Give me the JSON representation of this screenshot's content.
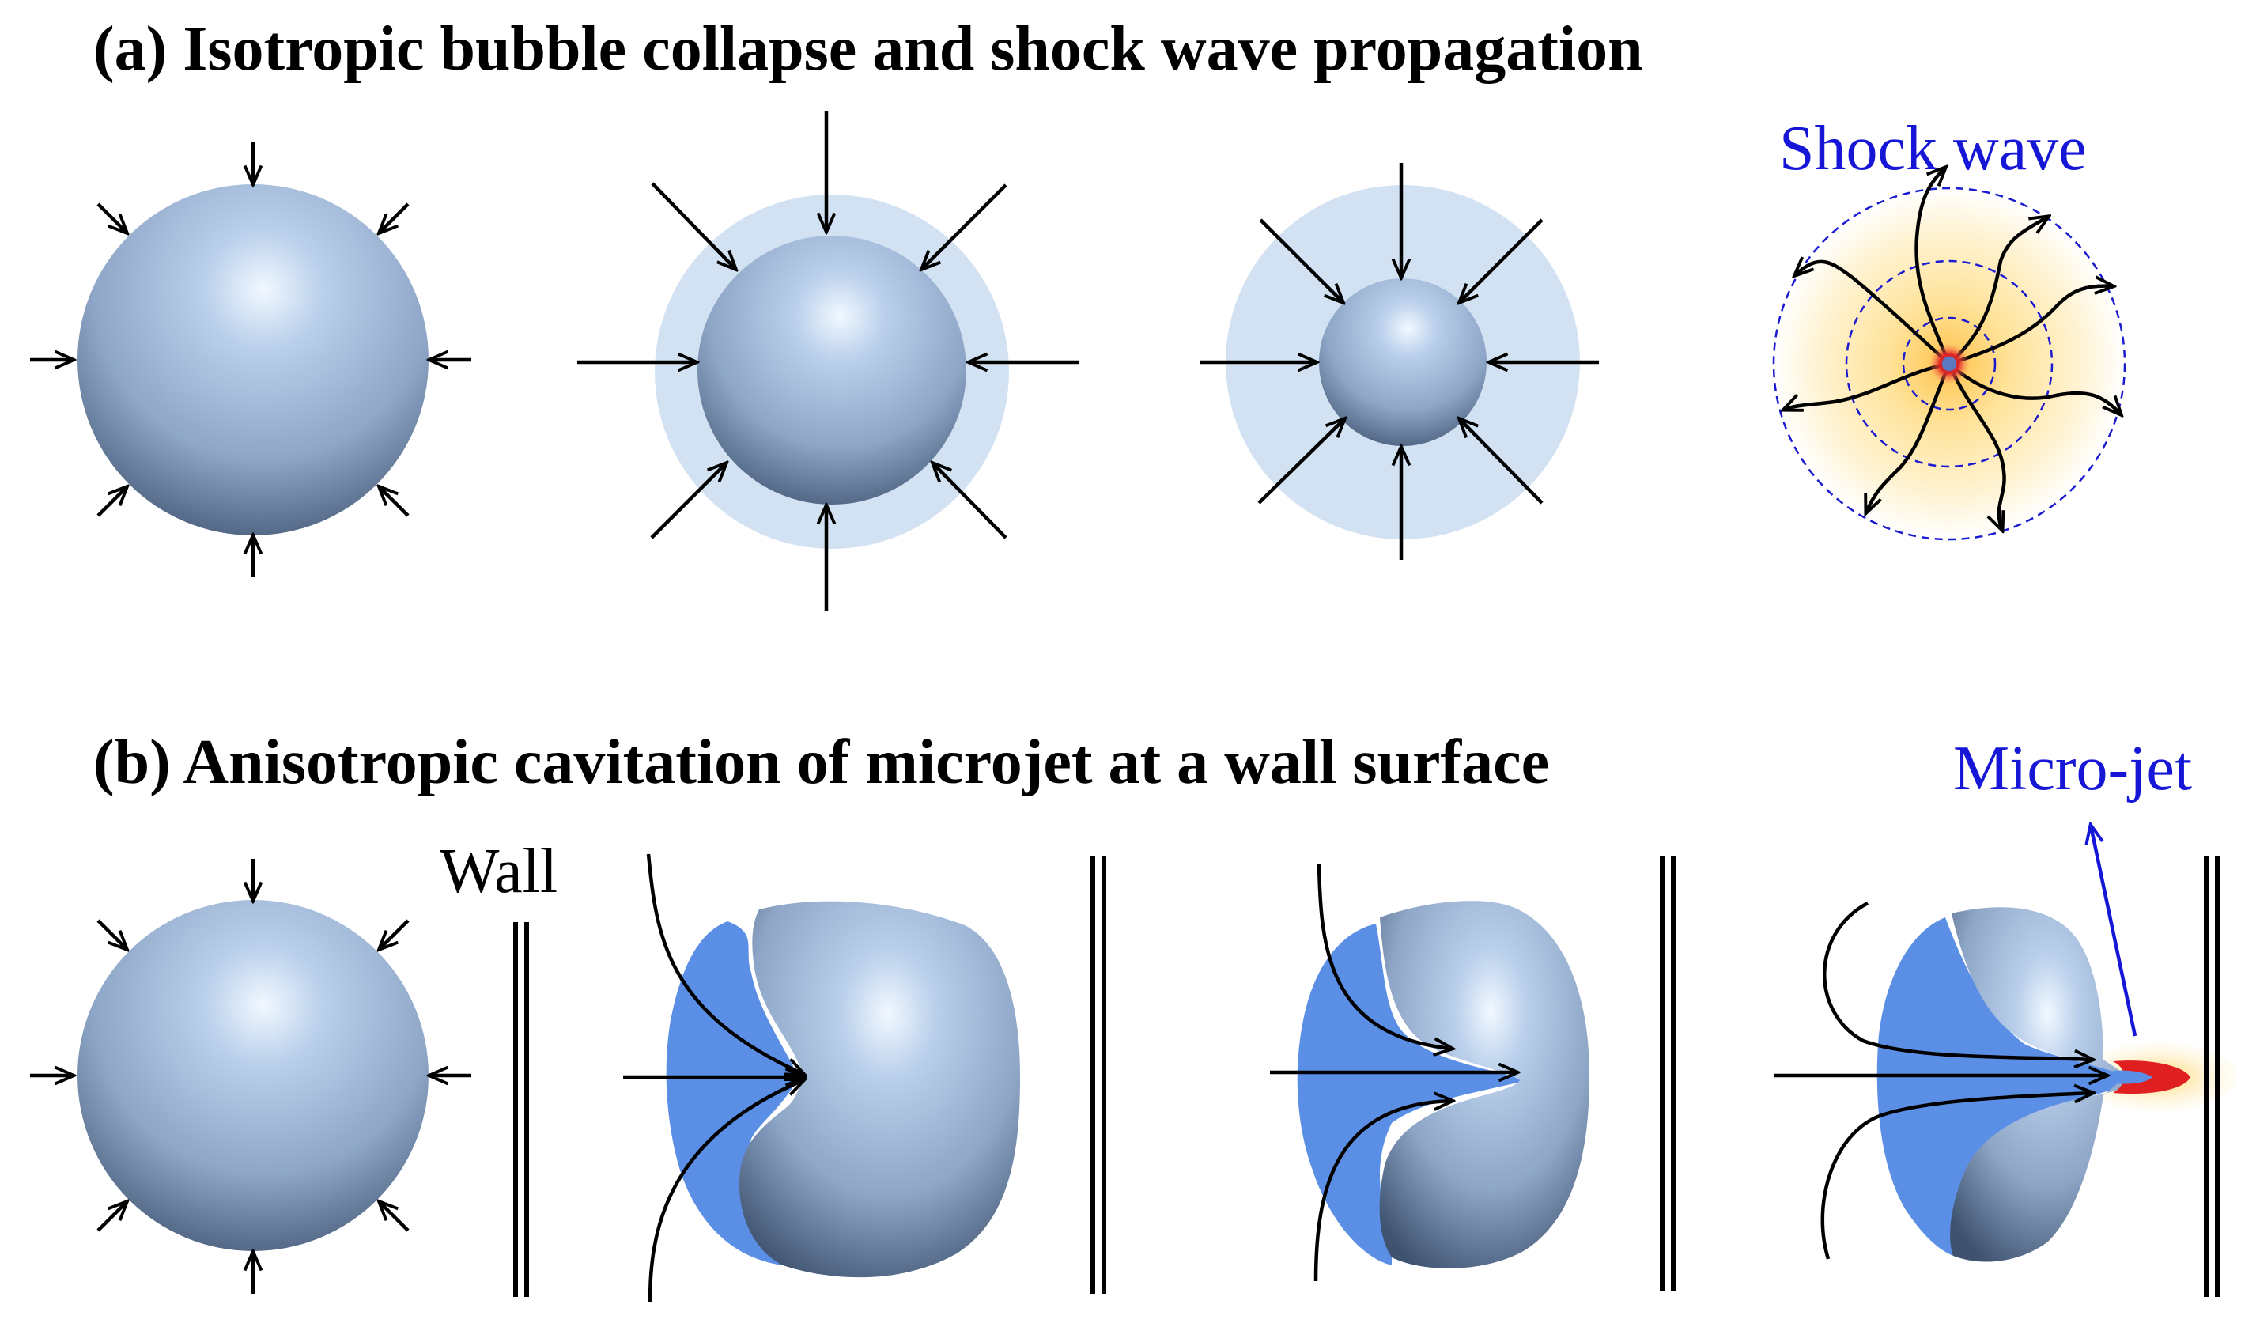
{
  "panel_a": {
    "title": "(a) Isotropic bubble collapse and shock wave propagation",
    "shock_label": "Shock wave"
  },
  "panel_b": {
    "title": "(b) Anisotropic cavitation of microjet at a wall surface",
    "wall_label": "Wall",
    "jet_label": "Micro-jet"
  },
  "colors": {
    "bubble": "#9fb6d6",
    "bubble_highlight": "#eef6ff",
    "bubble_shadow": "#4b5f7c",
    "halo": "#d2e2f3",
    "jet_blue": "#5b8fe6",
    "shock_glow": "#ffe9a8",
    "hotspot": "#e02020",
    "label_blue": "#1616d6"
  }
}
